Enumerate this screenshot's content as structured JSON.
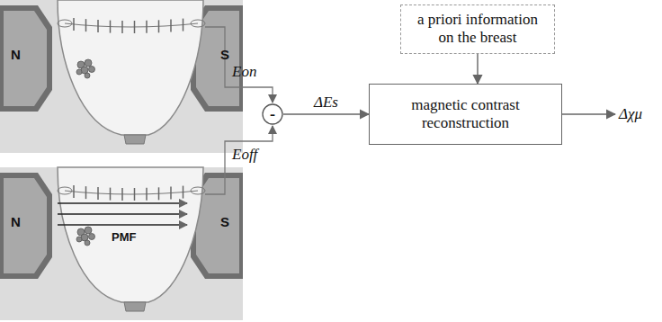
{
  "diagram": {
    "nodes": [
      {
        "text": [
          "a priori information on the breast"
        ]
      },
      {
        "text": [
          "-"
        ]
      },
      {
        "text": [
          "magnetic contrast reconstruction"
        ]
      }
    ],
    "edges": [
      {
        "from": 0,
        "to": 2,
        "arrow": "to"
      },
      {
        "from": 1,
        "to": 2,
        "arrow": "to",
        "label": "ΔEs"
      }
    ],
    "labels": [
      "N",
      "S",
      "N",
      "S",
      "PMF",
      "Eon",
      "Eoff",
      "Δχμ"
    ]
  }
}
